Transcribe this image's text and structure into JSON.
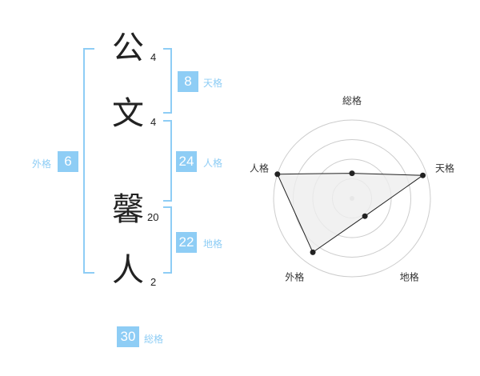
{
  "name_chars": [
    {
      "char": "公",
      "strokes": "4"
    },
    {
      "char": "文",
      "strokes": "4"
    },
    {
      "char": "馨",
      "strokes": "20"
    },
    {
      "char": "人",
      "strokes": "2"
    }
  ],
  "kakaku": {
    "tenkaku": {
      "value": "8",
      "label": "天格"
    },
    "jinkaku": {
      "value": "24",
      "label": "人格"
    },
    "chikaku": {
      "value": "22",
      "label": "地格"
    },
    "gaikaku": {
      "value": "6",
      "label": "外格"
    },
    "soukaku": {
      "value": "30",
      "label": "総格"
    }
  },
  "chart_data": {
    "type": "radar",
    "axes": [
      "総格",
      "天格",
      "地格",
      "外格",
      "人格"
    ],
    "values": [
      0.32,
      0.95,
      0.28,
      0.85,
      1.0
    ],
    "rings": 4,
    "colors": {
      "accent": "#8ecdf5",
      "fill": "#eeeeee",
      "line": "#222222",
      "grid": "#cccccc"
    }
  }
}
